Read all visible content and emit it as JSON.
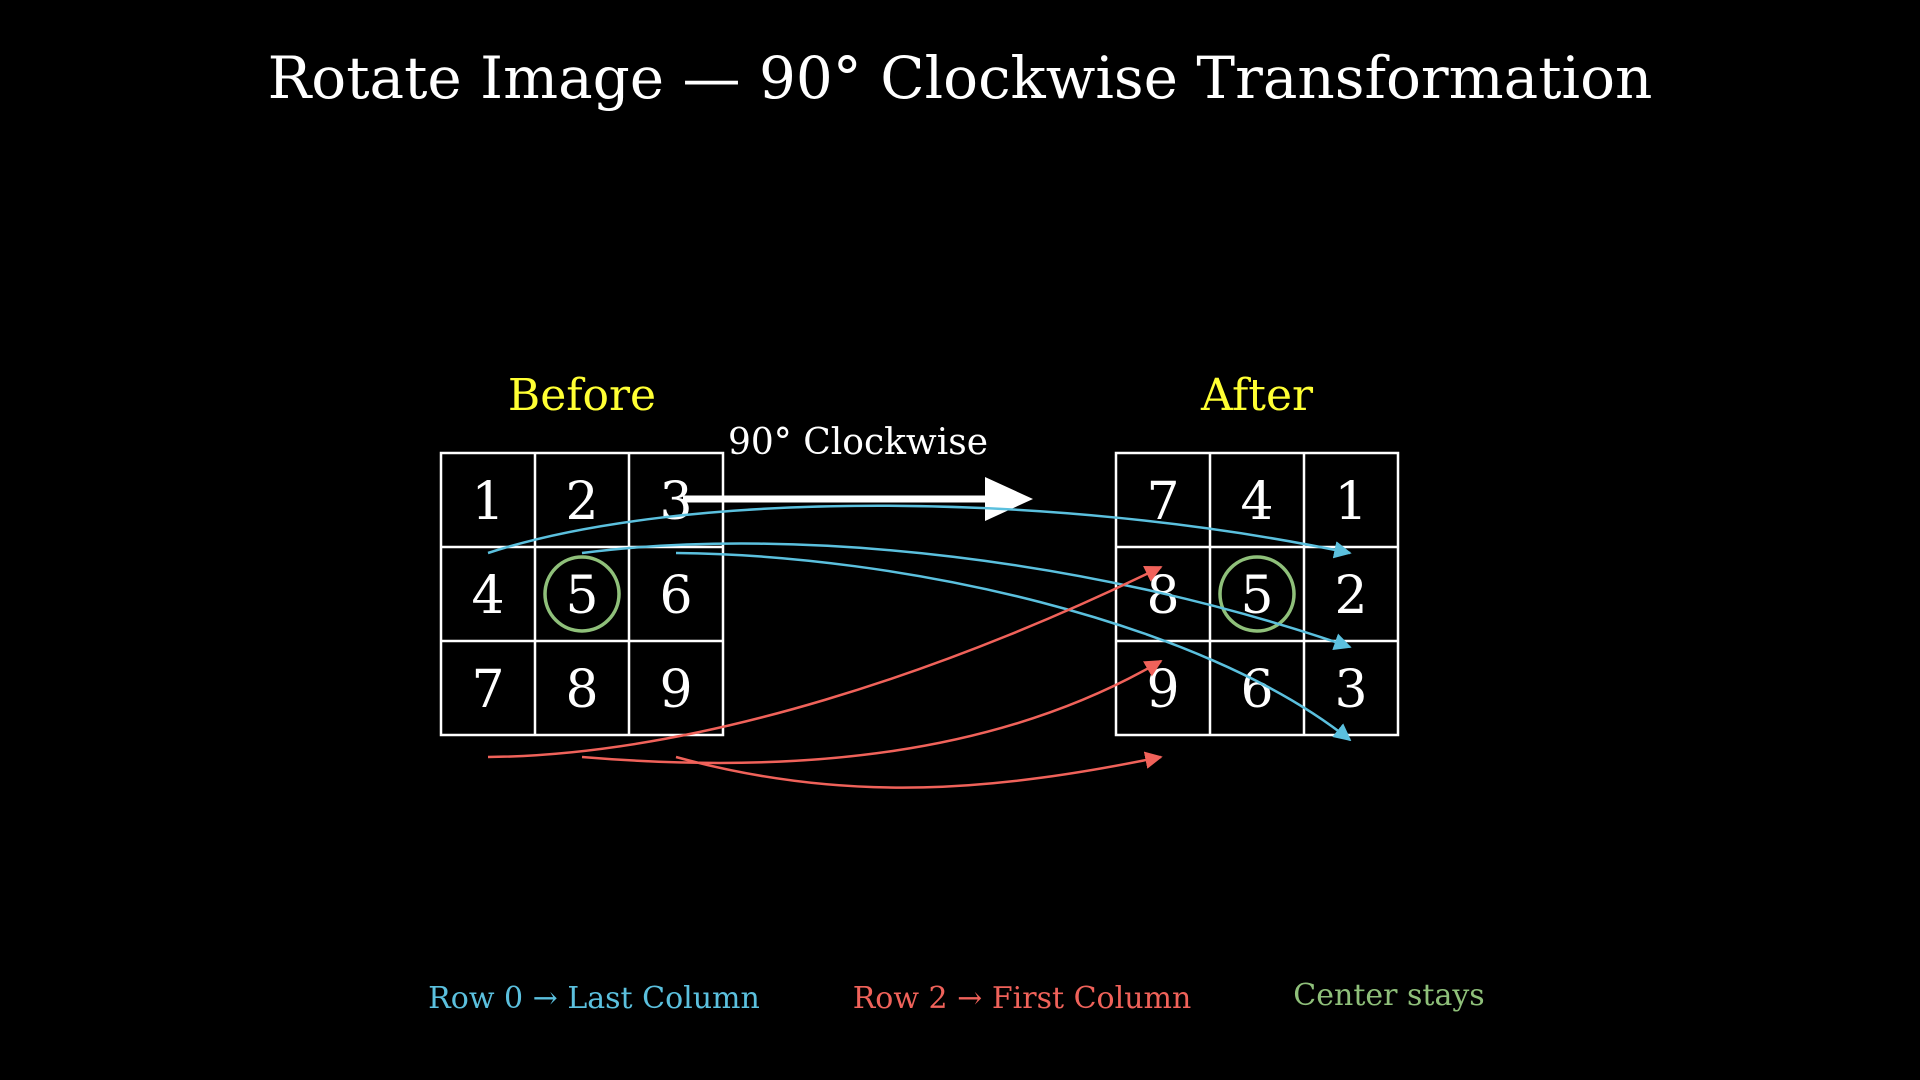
{
  "title": "Rotate Image — 90° Clockwise Transformation",
  "before": {
    "label": "Before",
    "cells": [
      [
        "1",
        "2",
        "3"
      ],
      [
        "4",
        "5",
        "6"
      ],
      [
        "7",
        "8",
        "9"
      ]
    ]
  },
  "after": {
    "label": "After",
    "cells": [
      [
        "7",
        "4",
        "1"
      ],
      [
        "8",
        "5",
        "2"
      ],
      [
        "9",
        "6",
        "3"
      ]
    ]
  },
  "rotation_label": "90° Clockwise",
  "legend": {
    "row0": "Row 0 → Last Column",
    "row2": "Row 2 → First Column",
    "center": "Center stays"
  },
  "colors": {
    "background": "#000000",
    "grid": "#ffffff",
    "label": "#ffff33",
    "row0": "#5bc0de",
    "row2": "#f0625a",
    "center": "#8fc07a"
  }
}
